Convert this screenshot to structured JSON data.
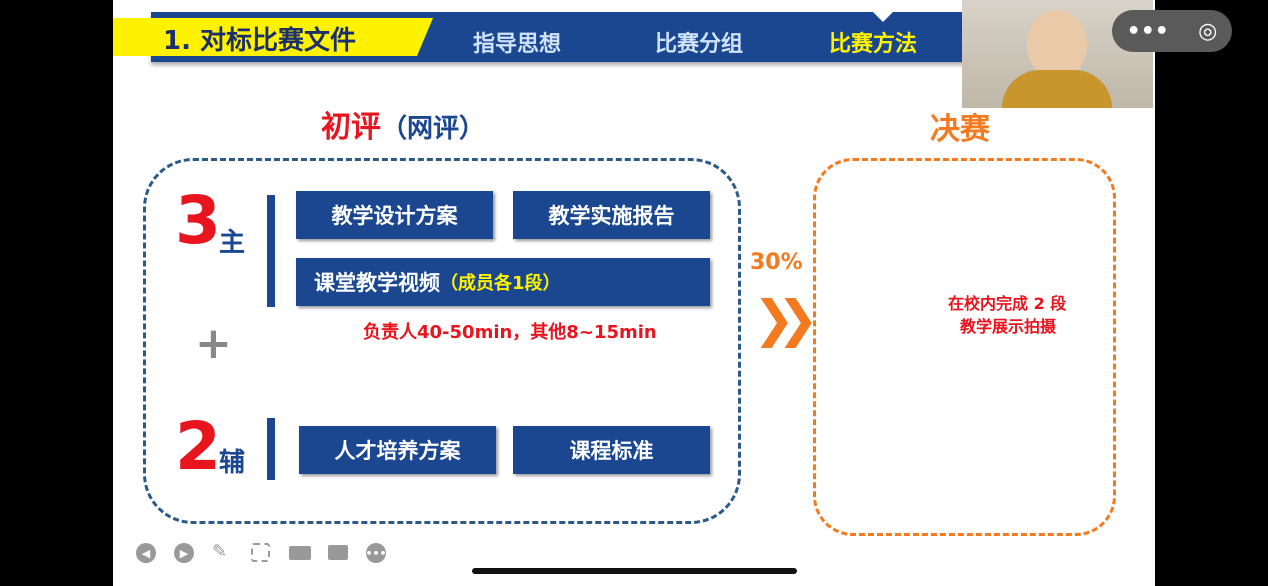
{
  "header": {
    "section": "1. 对标比赛文件",
    "tabs": [
      "指导思想",
      "比赛分组",
      "比赛方法"
    ]
  },
  "preliminary": {
    "title": "初评",
    "subtitle": "（网评）",
    "main_num": "3",
    "main_label": "主",
    "items_main": [
      "教学设计方案",
      "教学实施报告"
    ],
    "video": "课堂教学视频",
    "video_note": "（成员各1段）",
    "duration": "负责人40-50min，其他8~15min",
    "plus": "+",
    "aux_num": "2",
    "aux_label": "辅",
    "items_aux": [
      "人才培养方案",
      "课程标准"
    ]
  },
  "weight": "30%",
  "final": {
    "title": "决赛",
    "desc1": "在校内完成 2 段",
    "desc2": "教学展示拍摄"
  },
  "capsule": {
    "more": "•••",
    "record": "◎"
  },
  "controls": [
    "prev",
    "next",
    "pen",
    "screenshot",
    "camera",
    "comment",
    "more"
  ]
}
